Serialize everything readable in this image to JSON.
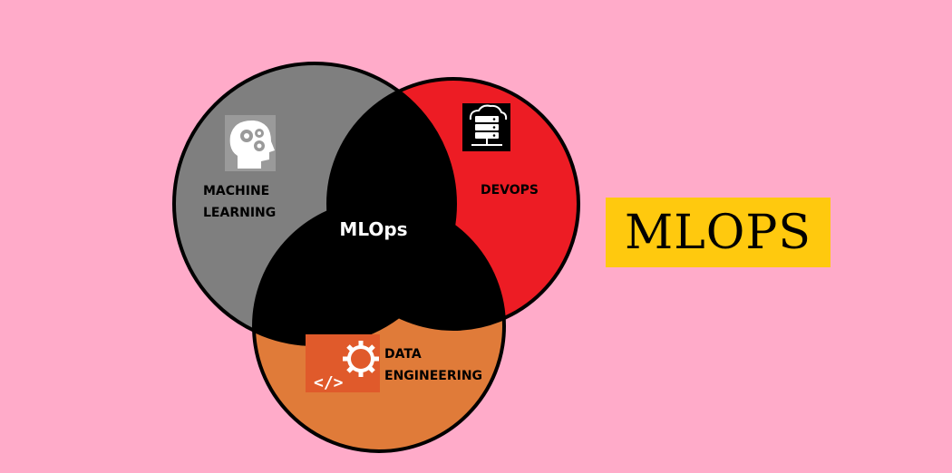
{
  "diagram": {
    "center_label": "MLOps",
    "circles": [
      {
        "id": "ml",
        "label_lines": [
          "MACHINE",
          "LEARNING"
        ],
        "color": "#7f7f7f",
        "icon": "head-gears-icon"
      },
      {
        "id": "devops",
        "label_lines": [
          "DEVOPS"
        ],
        "color": "#ed1c24",
        "icon": "cloud-server-icon"
      },
      {
        "id": "de",
        "label_lines": [
          "DATA",
          "ENGINEERING"
        ],
        "color": "#e07b39",
        "icon": "code-gear-icon"
      }
    ],
    "overlap_color": "#000000",
    "outline_color": "#000000"
  },
  "title": {
    "text": "MLOPS",
    "background": "#ffc90e"
  },
  "background": "#ffabc9"
}
